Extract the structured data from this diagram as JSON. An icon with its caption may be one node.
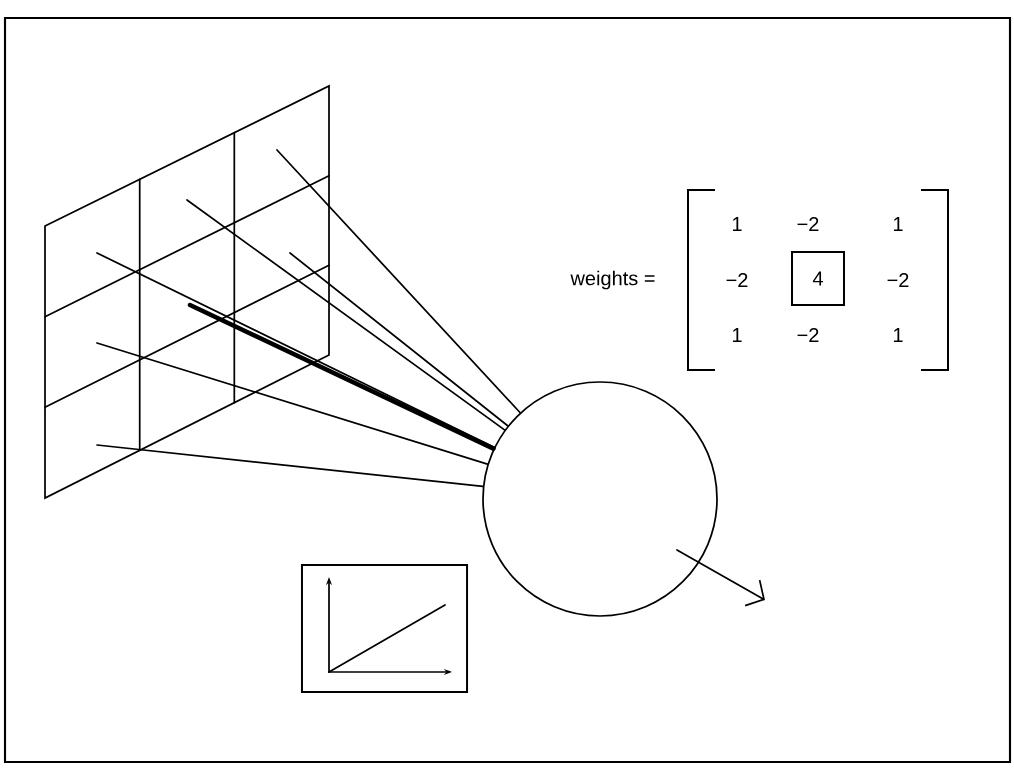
{
  "diagram": {
    "nodes": [
      {
        "text": [],
        "shape": "picture"
      },
      {
        "text": [],
        "shape": "circle"
      },
      {
        "text": [],
        "shape": "picture"
      },
      {
        "text": [
          "4"
        ]
      }
    ],
    "edges": [
      {
        "from": 0,
        "to": 1,
        "arrow": "none"
      },
      {
        "from": 0,
        "to": 1,
        "arrow": "none"
      },
      {
        "from": 0,
        "to": 1,
        "arrow": "none"
      },
      {
        "from": 0,
        "to": 1,
        "arrow": "none"
      },
      {
        "from": 0,
        "to": 1,
        "arrow": "none",
        "style": "thick"
      },
      {
        "from": 0,
        "to": 1,
        "arrow": "none"
      },
      {
        "from": 0,
        "to": 1,
        "arrow": "none"
      },
      {
        "from": 1,
        "to": null,
        "arrow": "to"
      }
    ],
    "labels": [
      "weights =",
      "1",
      "−2",
      "1",
      "−2",
      "−2",
      "1",
      "−2",
      "1"
    ]
  }
}
